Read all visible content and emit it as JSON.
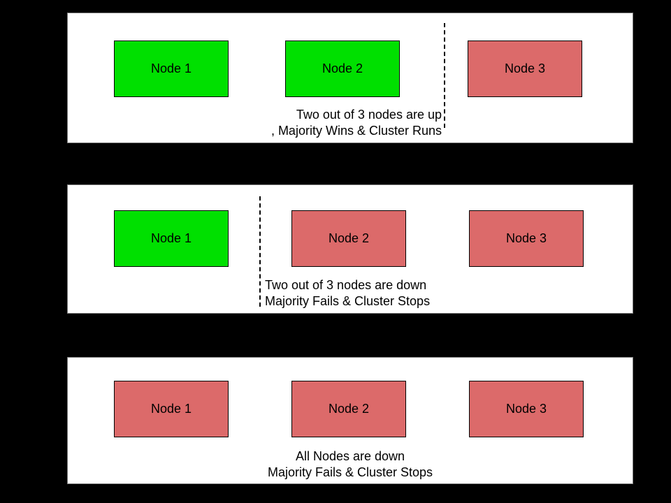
{
  "colors": {
    "canvas_bg": "#000000",
    "panel_bg": "#ffffff",
    "node_up": "#00e000",
    "node_down": "#dc6a6a",
    "node_border": "#000000",
    "text": "#000000"
  },
  "panels": [
    {
      "id": "two-nodes-up",
      "nodes": [
        {
          "label": "Node 1",
          "status": "up"
        },
        {
          "label": "Node 2",
          "status": "up"
        },
        {
          "label": "Node 3",
          "status": "down"
        }
      ],
      "divider": {
        "present": true,
        "position": "between Node 2 and Node 3"
      },
      "caption_line1": "Two out of 3 nodes are up",
      "caption_line2": ", Majority Wins & Cluster Runs"
    },
    {
      "id": "two-nodes-down",
      "nodes": [
        {
          "label": "Node 1",
          "status": "up"
        },
        {
          "label": "Node 2",
          "status": "down"
        },
        {
          "label": "Node 3",
          "status": "down"
        }
      ],
      "divider": {
        "present": true,
        "position": "between Node 1 and Node 2"
      },
      "caption_line1": "Two out of 3 nodes are down",
      "caption_line2": "Majority Fails & Cluster Stops"
    },
    {
      "id": "all-nodes-down",
      "nodes": [
        {
          "label": "Node 1",
          "status": "down"
        },
        {
          "label": "Node 2",
          "status": "down"
        },
        {
          "label": "Node 3",
          "status": "down"
        }
      ],
      "divider": {
        "present": false,
        "position": ""
      },
      "caption_line1": "All Nodes are down",
      "caption_line2": "Majority Fails & Cluster Stops"
    }
  ]
}
